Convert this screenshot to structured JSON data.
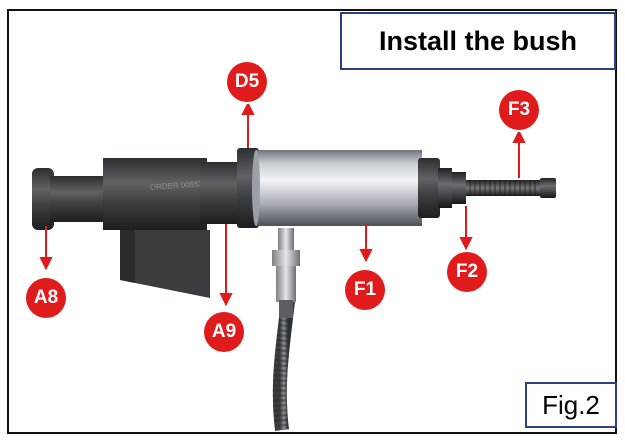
{
  "title": "Install the bush",
  "figure_label": "Fig.2",
  "callouts": {
    "d5": "D5",
    "f3": "F3",
    "a8": "A8",
    "a9": "A9",
    "f1": "F1",
    "f2": "F2"
  },
  "colors": {
    "callout_fill": "#e01b1b",
    "box_border": "#2b3f8c"
  }
}
